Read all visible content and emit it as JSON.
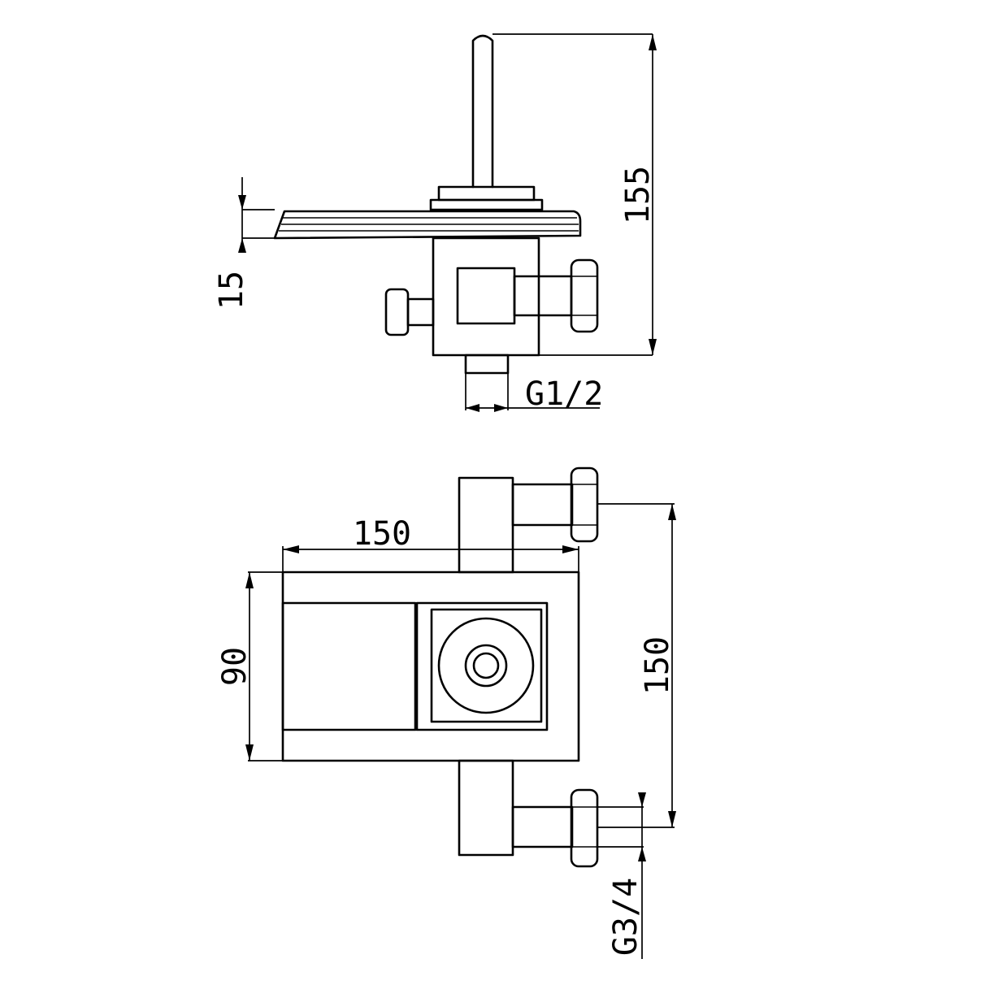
{
  "drawing": {
    "side_view": {
      "total_height": "155",
      "spout_thickness": "15",
      "outlet_thread": "G1/2"
    },
    "top_view": {
      "body_width": "150",
      "body_depth": "90",
      "inlet_spacing": "150",
      "inlet_thread": "G3/4"
    }
  }
}
